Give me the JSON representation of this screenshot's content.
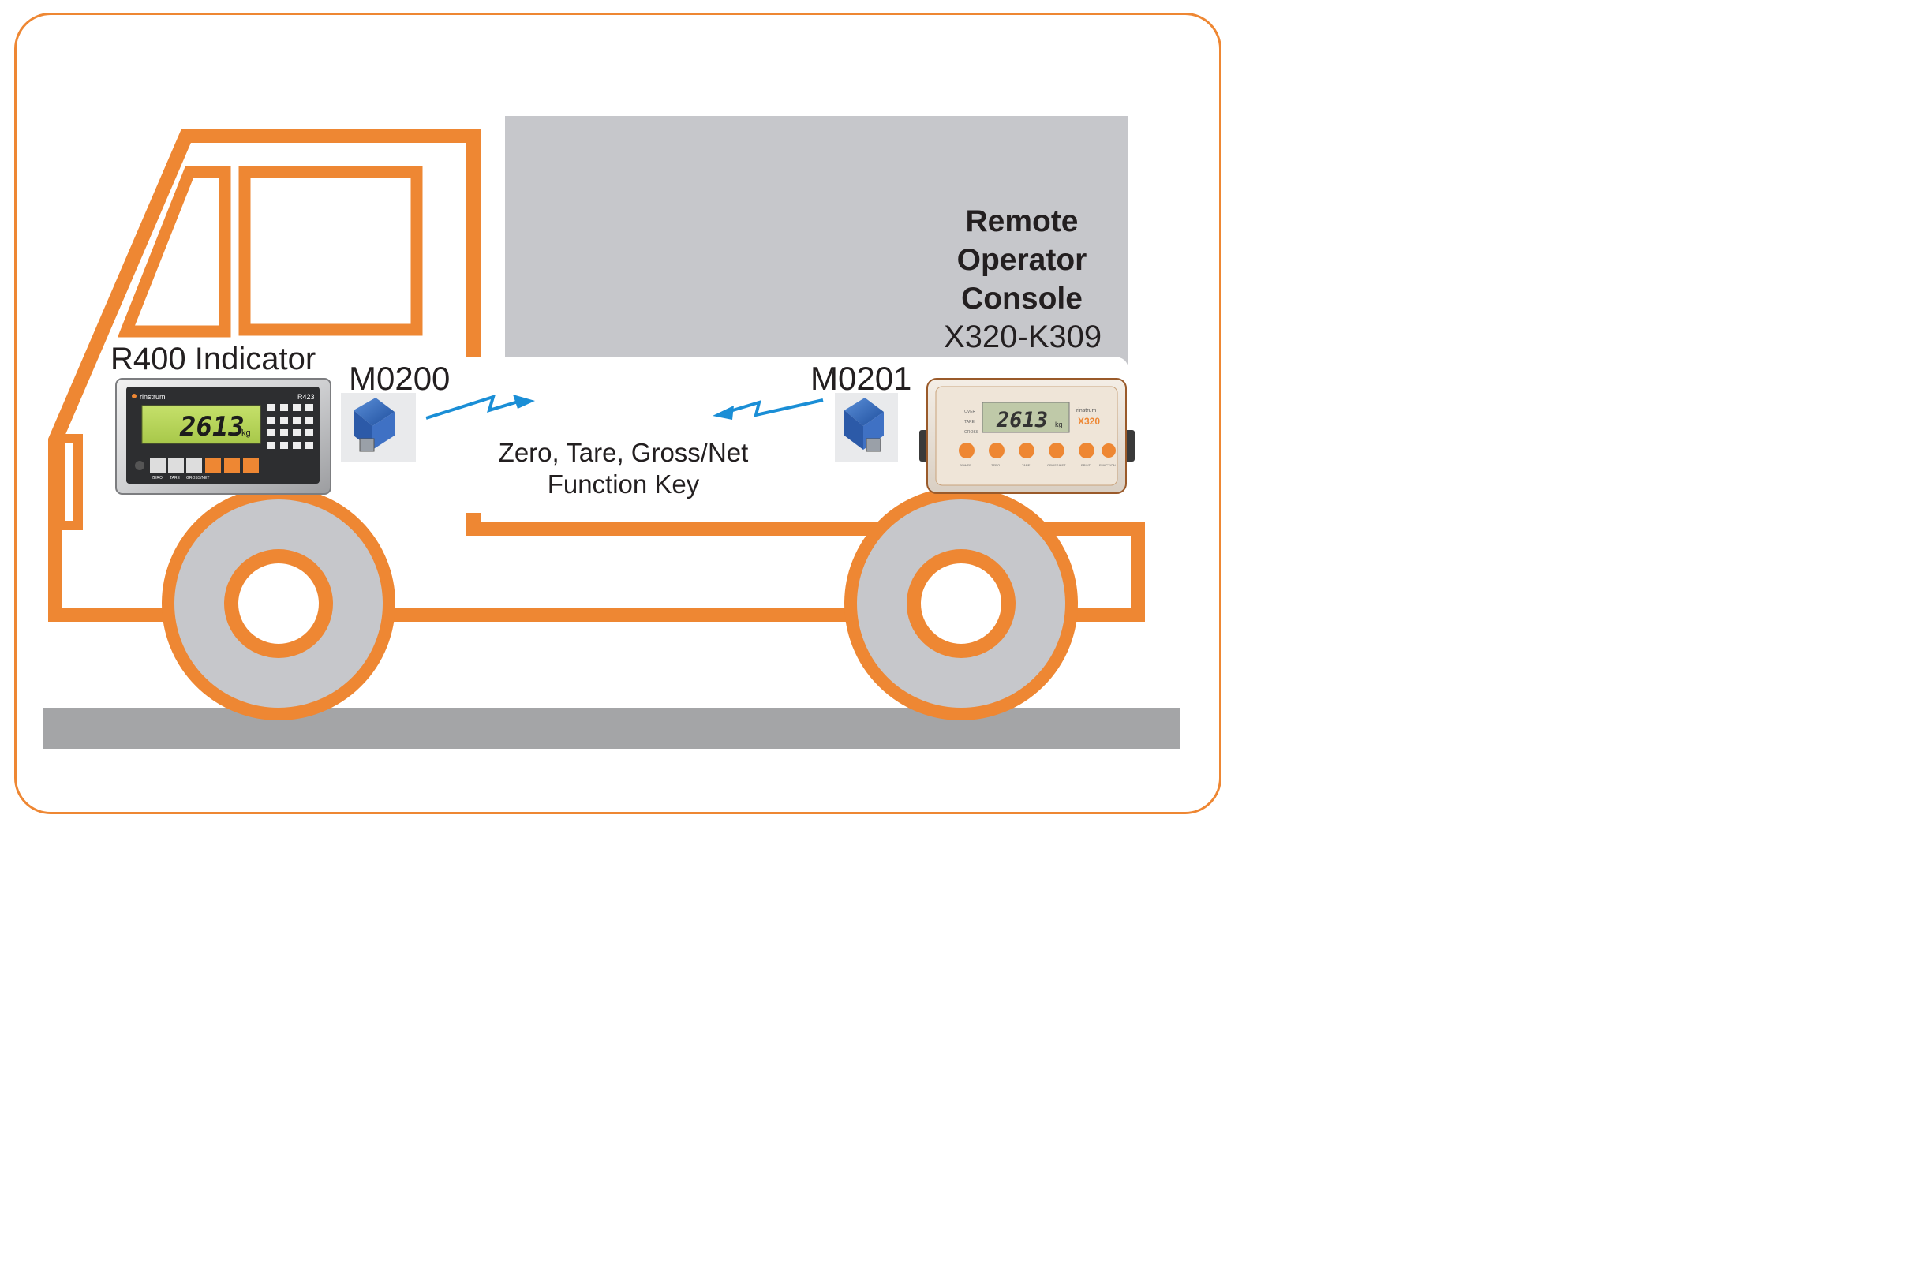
{
  "labels": {
    "indicator": "R400 Indicator",
    "module_left": "M0200",
    "module_right": "M0201",
    "remote_console_line1": "Remote",
    "remote_console_line2": "Operator",
    "remote_console_line3": "Console",
    "remote_console_model": "X320-K309",
    "functions_line1": "Zero, Tare, Gross/Net",
    "functions_line2": "Function Key"
  },
  "indicator_device": {
    "brand": "rinstrum",
    "model": "R423",
    "reading": "2613",
    "unit": "kg",
    "key_labels": [
      "ZERO",
      "TARE",
      "GROSS/NET"
    ]
  },
  "console_device": {
    "brand": "rinstrum",
    "model": "X320",
    "reading": "2613",
    "unit": "kg",
    "status_labels": [
      "OVER",
      "TARE",
      "GROSS"
    ],
    "key_labels": [
      "POWER",
      "ZERO",
      "TARE",
      "GROSS/NET",
      "PRINT",
      "FUNCTION"
    ]
  },
  "colors": {
    "truck_outline": "#ee8733",
    "body_grey": "#c6c7cb",
    "ground_grey": "#a4a5a7",
    "signal_blue": "#1a8ed6",
    "text": "#231f20"
  },
  "icons": {
    "wireless_left": "wireless-signal-icon",
    "wireless_right": "wireless-signal-icon",
    "module": "serial-radio-module-icon"
  }
}
